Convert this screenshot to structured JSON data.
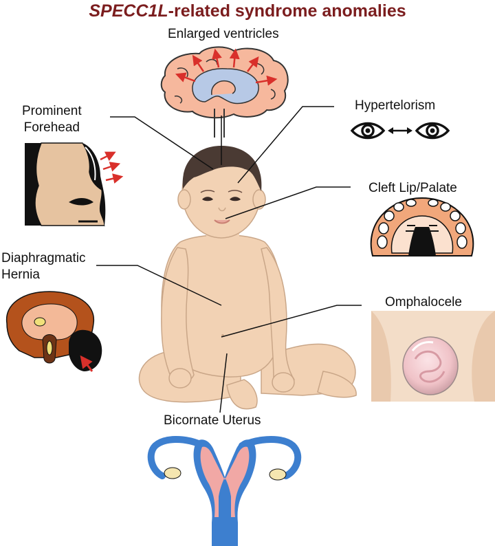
{
  "title": {
    "gene": "SPECC1L",
    "rest": "-related syndrome anomalies"
  },
  "labels": {
    "enlarged_ventricles": "Enlarged ventricles",
    "prominent_forehead_1": "Prominent",
    "prominent_forehead_2": "Forehead",
    "hypertelorism": "Hypertelorism",
    "cleft_lip_palate": "Cleft Lip/Palate",
    "diaphragmatic_hernia_1": "Diaphragmatic",
    "diaphragmatic_hernia_2": "Hernia",
    "omphalocele": "Omphalocele",
    "bicornate_uterus": "Bicornate Uterus"
  },
  "colors": {
    "title": "#7b1d1e",
    "skin": "#f2d2b4",
    "skin_outline": "#c9a688",
    "hair": "#4a3a33",
    "brain": "#f6b89d",
    "ventricle": "#b7c9e6",
    "arrow": "#d9302b",
    "diaphragm": "#b4521c",
    "uterus_blue": "#3d7fcf",
    "uterus_pink": "#f1a8a5"
  }
}
